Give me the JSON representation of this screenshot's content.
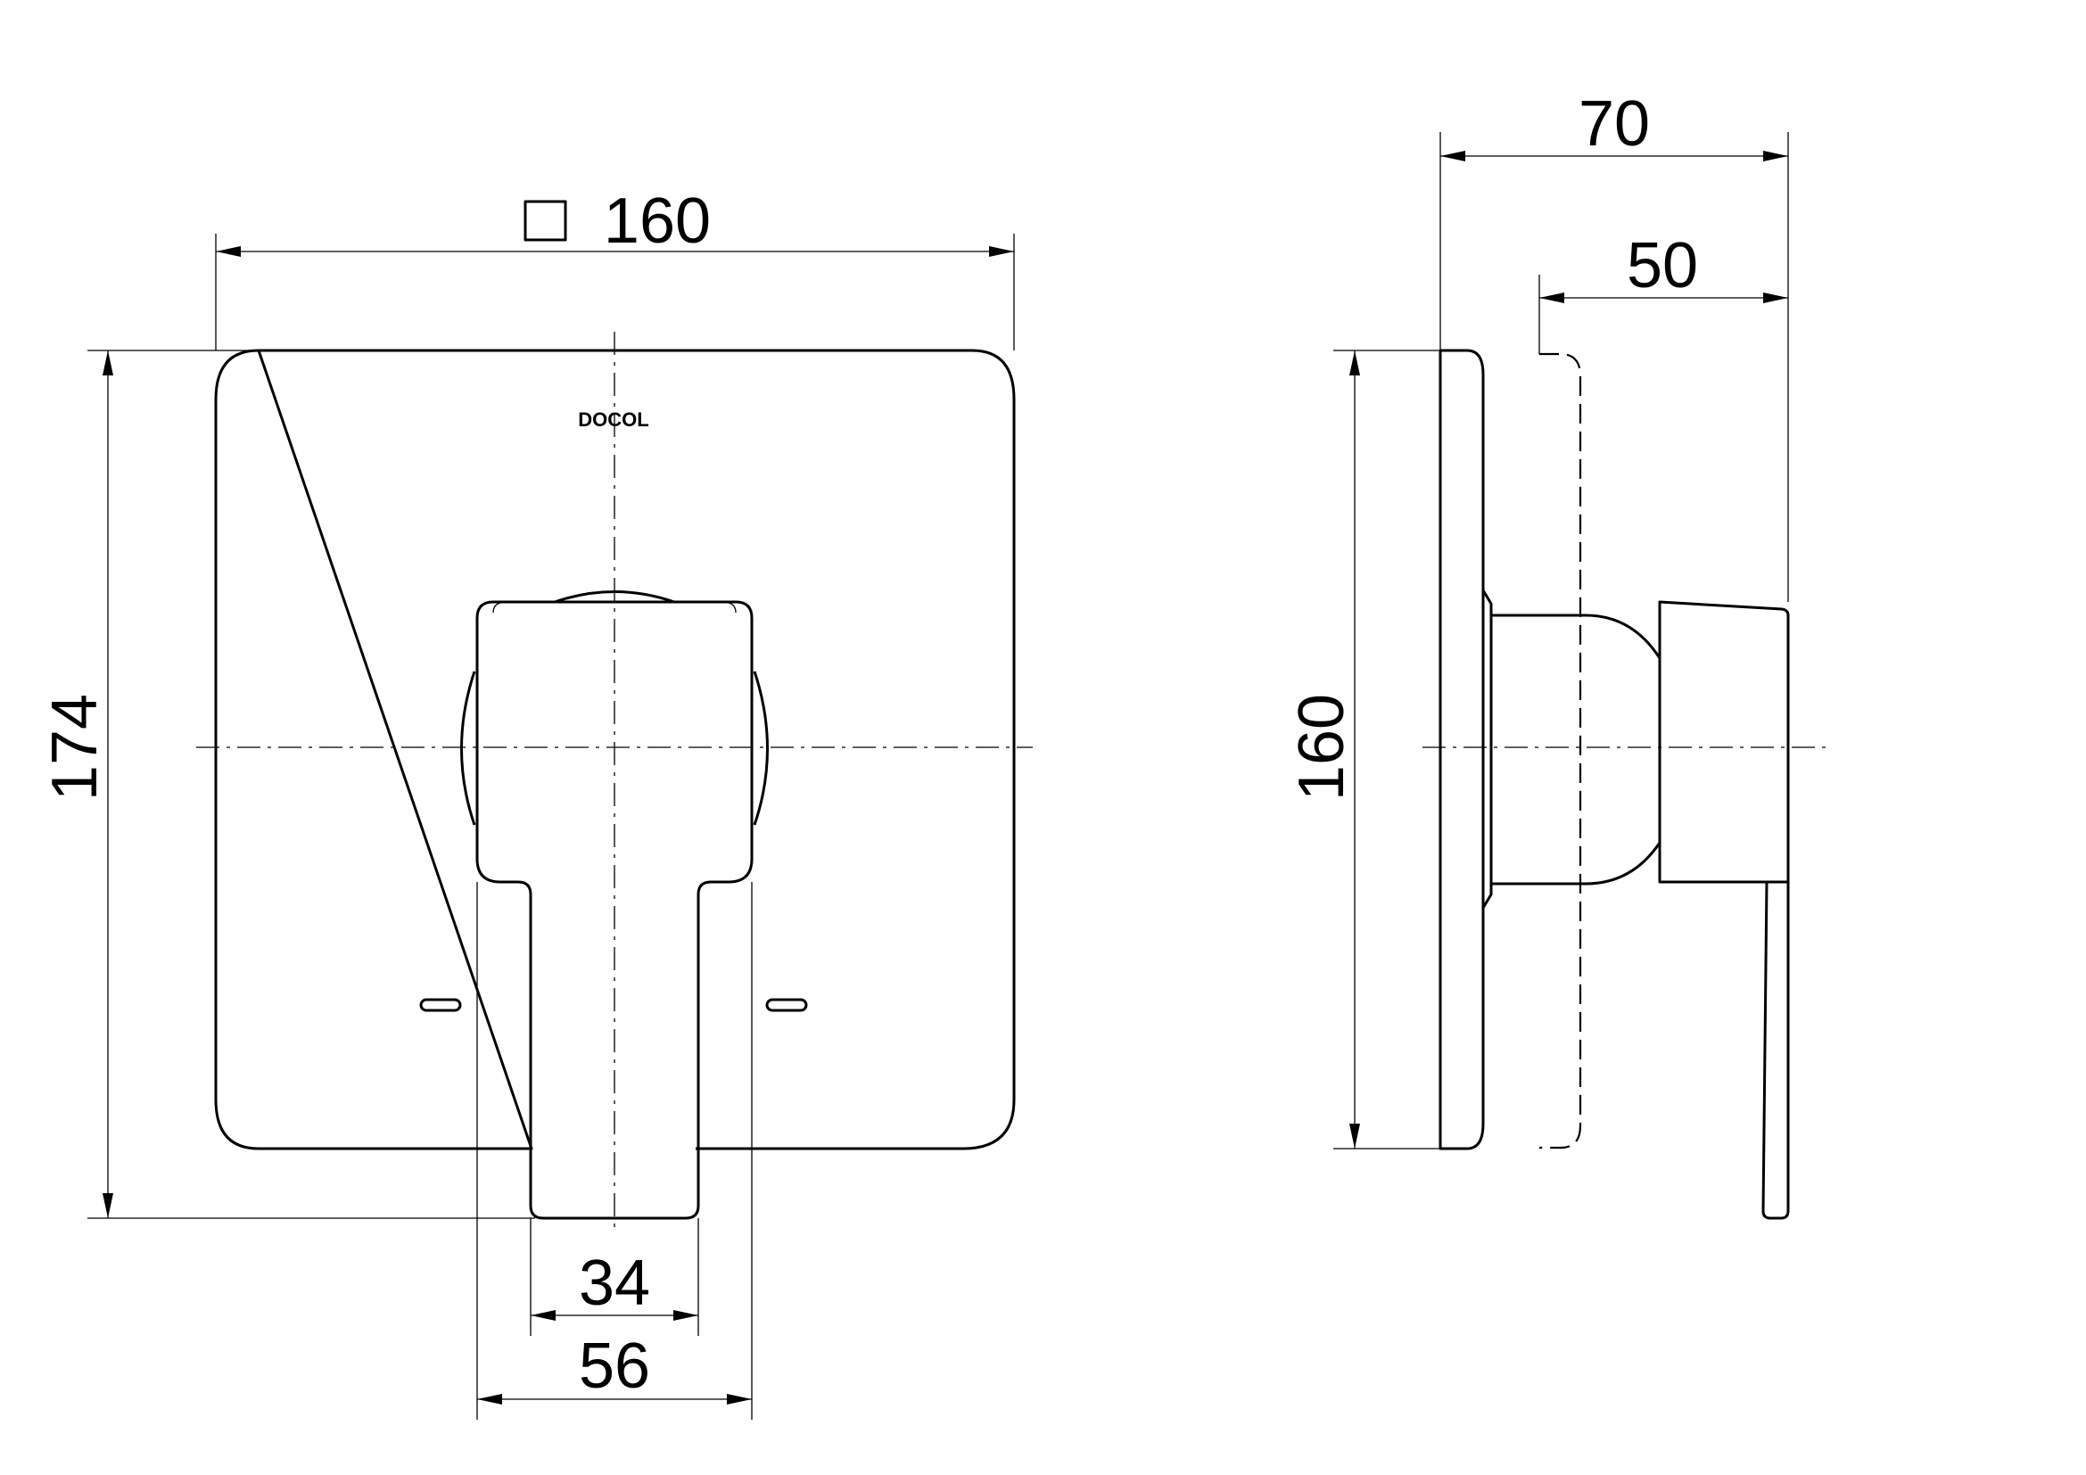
{
  "brand": "DOCOL",
  "square_symbol": "□",
  "dimensions": {
    "front_width": "160",
    "front_height": "174",
    "handle_width": "34",
    "escutcheon_width": "56",
    "side_depth": "70",
    "handle_depth": "50",
    "side_height": "160"
  }
}
